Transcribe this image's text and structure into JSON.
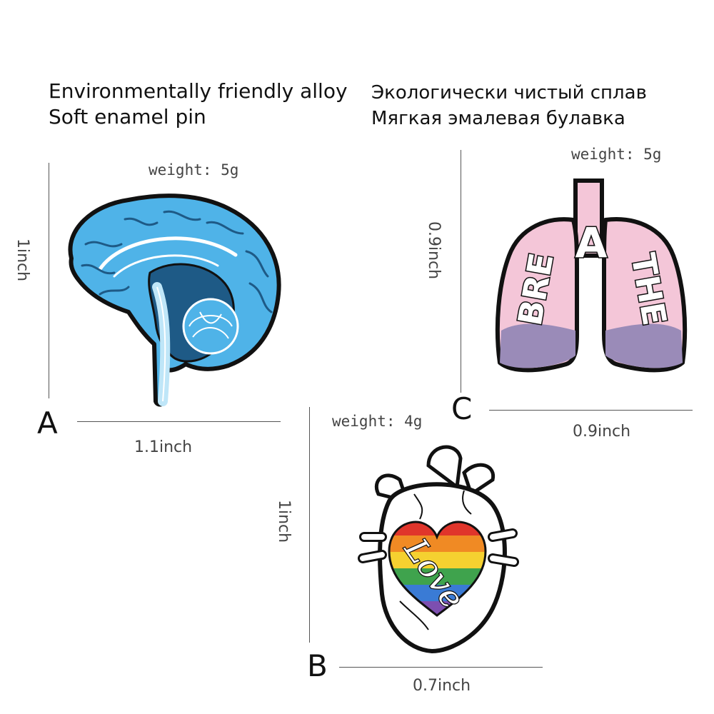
{
  "header": {
    "en_line1": "Environmentally friendly alloy",
    "en_line2": "Soft enamel pin",
    "ru_line1": "Экологически чистый сплав",
    "ru_line2": "Мягкая эмалевая булавка"
  },
  "pins": {
    "a": {
      "letter": "A",
      "weight": "weight: 5g",
      "height": "1inch",
      "width": "1.1inch"
    },
    "b": {
      "letter": "B",
      "weight": "weight: 4g",
      "height": "1inch",
      "width": "0.7inch",
      "artwork_text": "Love"
    },
    "c": {
      "letter": "C",
      "weight": "weight: 5g",
      "height": "0.9inch",
      "width": "0.9inch",
      "artwork_text": "BREATHE"
    }
  },
  "colors": {
    "brain_blue": "#4fb3e8",
    "brain_dark": "#1e5a86",
    "lung_pink": "#f4c6d8",
    "lung_purple": "#9a8bb8",
    "heart_white": "#ffffff",
    "rainbow": [
      "#e0352b",
      "#f08a24",
      "#f5d130",
      "#3fa34d",
      "#3a7bd5",
      "#7d4fb0"
    ]
  }
}
